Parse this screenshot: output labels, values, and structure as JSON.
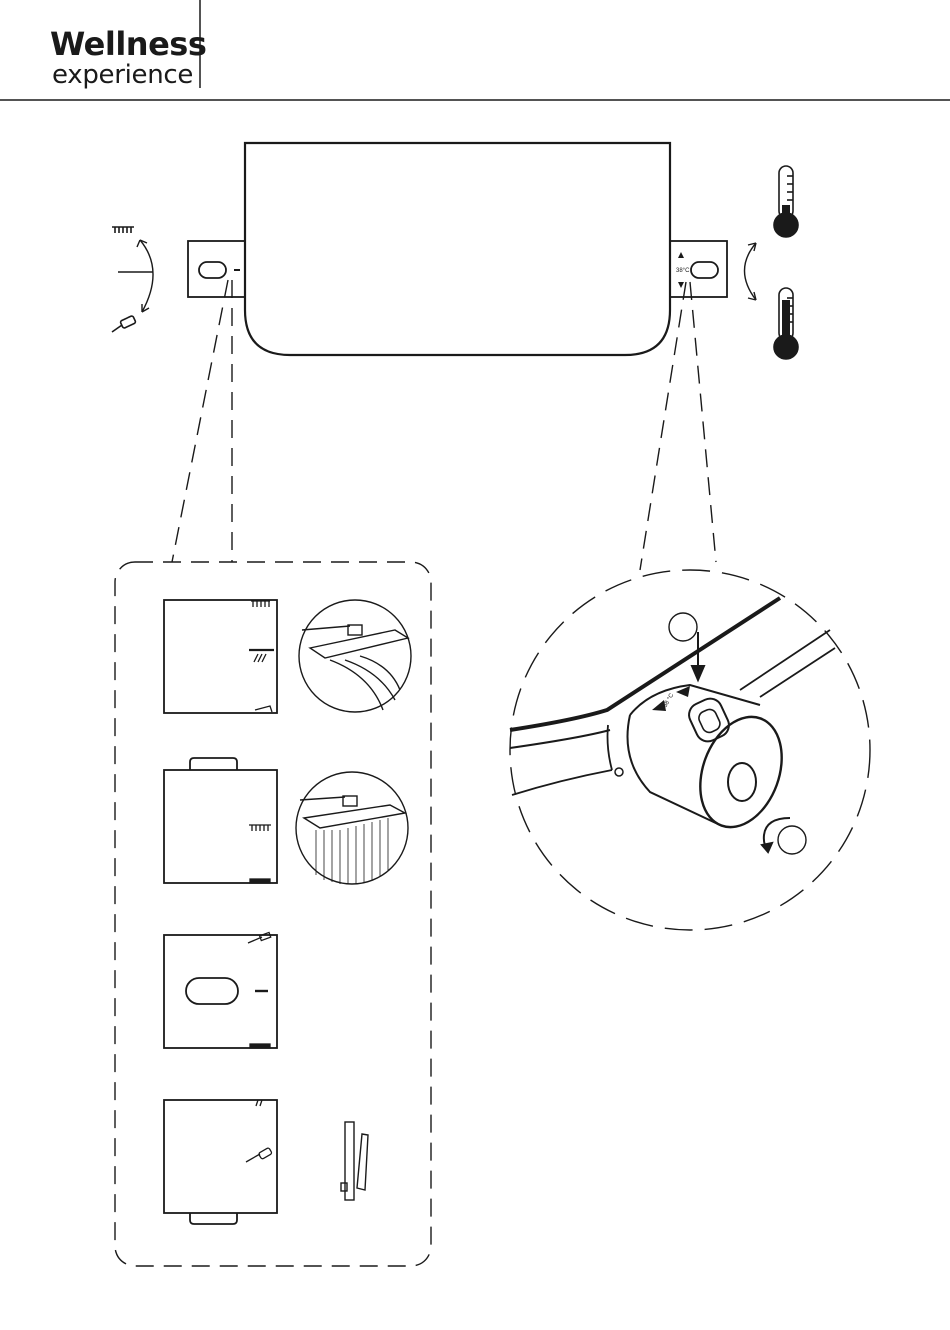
{
  "header": {
    "brand_line1": "Wellness",
    "brand_line2": "experience"
  },
  "thermostat": {
    "temp_label_panel": "38°C",
    "temp_label_zoom": "38 °C"
  },
  "icons": {
    "rain_shower": "rain-shower-icon",
    "hand_shower": "hand-shower-icon",
    "thermometer_hot": "thermometer-icon",
    "thermometer_cold": "thermometer-icon",
    "push_arrow": "arrow-down-icon",
    "rotate_arrow": "rotate-icon"
  },
  "colors": {
    "line": "#1a1a1a",
    "background": "#ffffff"
  }
}
